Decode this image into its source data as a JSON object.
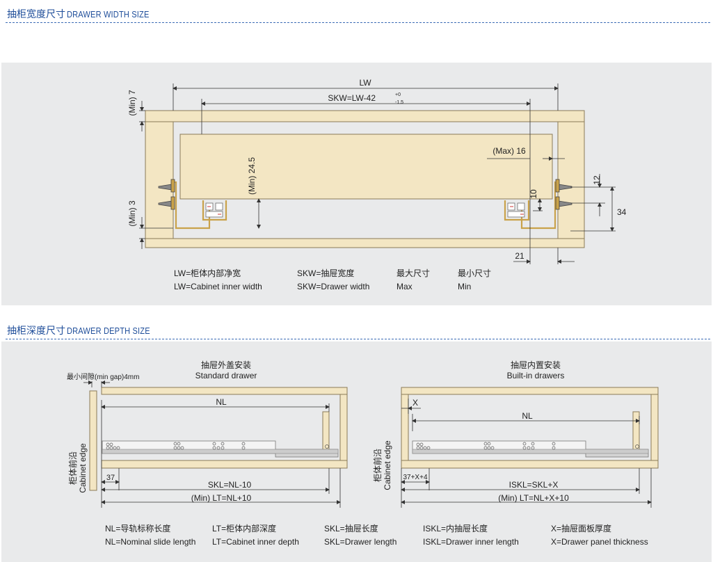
{
  "width_section": {
    "title_cn": "抽柜宽度尺寸",
    "title_en": "DRAWER WIDTH SIZE",
    "dims": {
      "lw": "LW",
      "skw": "SKW=LW-42",
      "tol_plus": "+0",
      "tol_minus": "-1.5",
      "min7": "(Min) 7",
      "min3": "(Min) 3",
      "min245": "(Min) 24.5",
      "max16": "(Max) 16",
      "d10": "10",
      "d12": "12",
      "d34": "34",
      "d21": "21"
    },
    "legend": [
      {
        "cn": "LW=柜体内部净宽",
        "en": "LW=Cabinet inner width"
      },
      {
        "cn": "SKW=抽屉宽度",
        "en": "SKW=Drawer width"
      },
      {
        "cn": "最大尺寸",
        "en": "Max"
      },
      {
        "cn": "最小尺寸",
        "en": "Min"
      }
    ]
  },
  "depth_section": {
    "title_cn": "抽柜深度尺寸",
    "title_en": "DRAWER DEPTH SIZE",
    "standard": {
      "title_cn": "抽屉外盖安装",
      "title_en": "Standard drawer",
      "min_gap": "最小间隙(min gap)4mm",
      "edge_cn": "柜体前沿",
      "edge_en": "Cabinet edge",
      "nl": "NL",
      "d37": "37",
      "skl": "SKL=NL-10",
      "lt": "(Min) LT=NL+10"
    },
    "builtin": {
      "title_cn": "抽屉内置安装",
      "title_en": "Built-in drawers",
      "x": "X",
      "edge_cn": "柜体前沿",
      "edge_en": "Cabinet edge",
      "nl": "NL",
      "d37": "37+X+4",
      "iskl": "ISKL=SKL+X",
      "lt": "(Min) LT=NL+X+10"
    },
    "legend": [
      {
        "cn": "NL=导轨标称长度",
        "en": "NL=Nominal slide length"
      },
      {
        "cn": "LT=柜体内部深度",
        "en": "LT=Cabinet inner depth"
      },
      {
        "cn": "SKL=抽屉长度",
        "en": "SKL=Drawer length"
      },
      {
        "cn": "ISKL=内抽屉长度",
        "en": "ISKL=Drawer inner length"
      },
      {
        "cn": "X=抽屉面板厚度",
        "en": "X=Drawer panel thickness"
      }
    ]
  },
  "colors": {
    "wood": "#f3e6c3",
    "wood_stroke": "#8a7b57",
    "slide": "#c9a24a",
    "accent": "#1f4e9a"
  }
}
